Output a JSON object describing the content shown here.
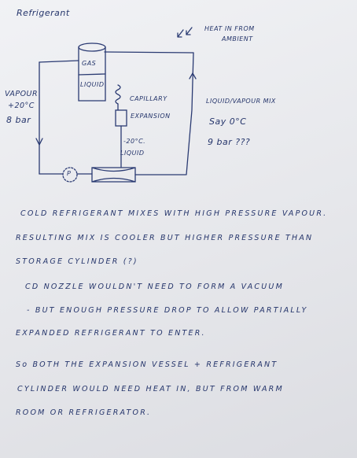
{
  "title": "Refrigerant",
  "diagram": {
    "heat_label_line1": "HEAT IN FROM",
    "heat_label_line2": "AMBIENT",
    "tank_gas": "GAS",
    "tank_liquid": "LIQUID",
    "vapour_line1": "VAPOUR",
    "vapour_line2": "+20°C",
    "vapour_line3": "8 bar",
    "capillary": "CAPILLARY",
    "expansion": "EXPANSION",
    "temp_line1": "-20°C.",
    "temp_line2": "LIQUID",
    "mix_line1": "LIQUID/VAPOUR MIX",
    "mix_line2": "Say 0°C",
    "mix_line3": "9 bar ???",
    "pump_label": "P"
  },
  "notes": [
    "COLD REFRIGERANT   MIXES  WITH  HIGH  PRESSURE  VAPOUR.",
    "RESULTING  MIX  IS   COOLER  BUT  HIGHER  PRESSURE  THAN",
    "STORAGE  CYLINDER  (?)",
    "CD  NOZZLE  WOULDN'T  NEED  TO  FORM  A  VACUUM",
    "- BUT  ENOUGH  PRESSURE  DROP  TO  ALLOW  PARTIALLY",
    "EXPANDED  REFRIGERANT  TO  ENTER.",
    "So  BOTH  THE  EXPANSION  VESSEL  +  REFRIGERANT",
    "CYLINDER  WOULD  NEED  HEAT  IN,  BUT  FROM  WARM",
    "ROOM  OR  REFRIGERATOR."
  ]
}
